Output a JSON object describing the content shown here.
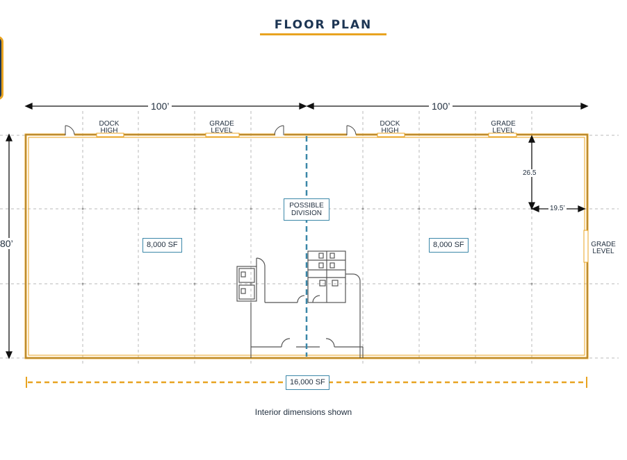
{
  "title": "FLOOR PLAN",
  "dimensions": {
    "left_width": "100’",
    "right_width": "100’",
    "height": "80’",
    "dock_offset_vertical": "26.5",
    "dock_offset_horizontal": "19.5’"
  },
  "doors": {
    "dock_high_left": "DOCK HIGH",
    "grade_level_left": "GRADE LEVEL",
    "dock_high_right": "DOCK HIGH",
    "grade_level_right": "GRADE LEVEL",
    "grade_level_side": "GRADE LEVEL"
  },
  "areas": {
    "left_suite": "8,000 SF",
    "right_suite": "8,000 SF",
    "possible_division": "POSSIBLE DIVISION",
    "total": "16,000 SF"
  },
  "footnote": "Interior dimensions shown",
  "colors": {
    "wall": "#e8a320",
    "navy": "#1c3553",
    "division_line": "#3b87a8",
    "grid": "#b8b8b8"
  }
}
